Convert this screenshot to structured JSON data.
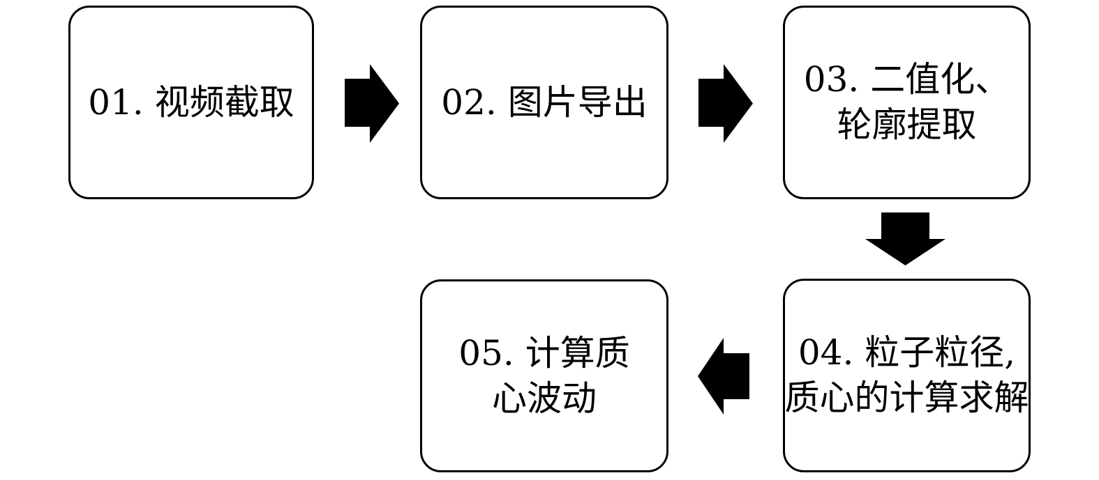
{
  "diagram": {
    "type": "flowchart",
    "background_color": "#ffffff",
    "ink_color": "#000000"
  },
  "steps": [
    {
      "id": "01",
      "label": "01. 视频截取",
      "lines": [
        "01. 视频截取"
      ]
    },
    {
      "id": "02",
      "label": "02. 图片导出",
      "lines": [
        "02. 图片导出"
      ]
    },
    {
      "id": "03",
      "label": "03. 二值化、轮廓提取",
      "lines": [
        "03. 二值化、",
        "轮廓提取"
      ]
    },
    {
      "id": "04",
      "label": "04. 粒子粒径, 质心的计算求解",
      "lines": [
        "04. 粒子粒径,",
        "质心的计算求解"
      ]
    },
    {
      "id": "05",
      "label": "05. 计算质心波动",
      "lines": [
        "05. 计算质",
        "心波动"
      ]
    }
  ],
  "arrows": [
    {
      "from": "01",
      "to": "02",
      "direction": "right"
    },
    {
      "from": "02",
      "to": "03",
      "direction": "right"
    },
    {
      "from": "03",
      "to": "04",
      "direction": "down"
    },
    {
      "from": "04",
      "to": "05",
      "direction": "left"
    }
  ]
}
